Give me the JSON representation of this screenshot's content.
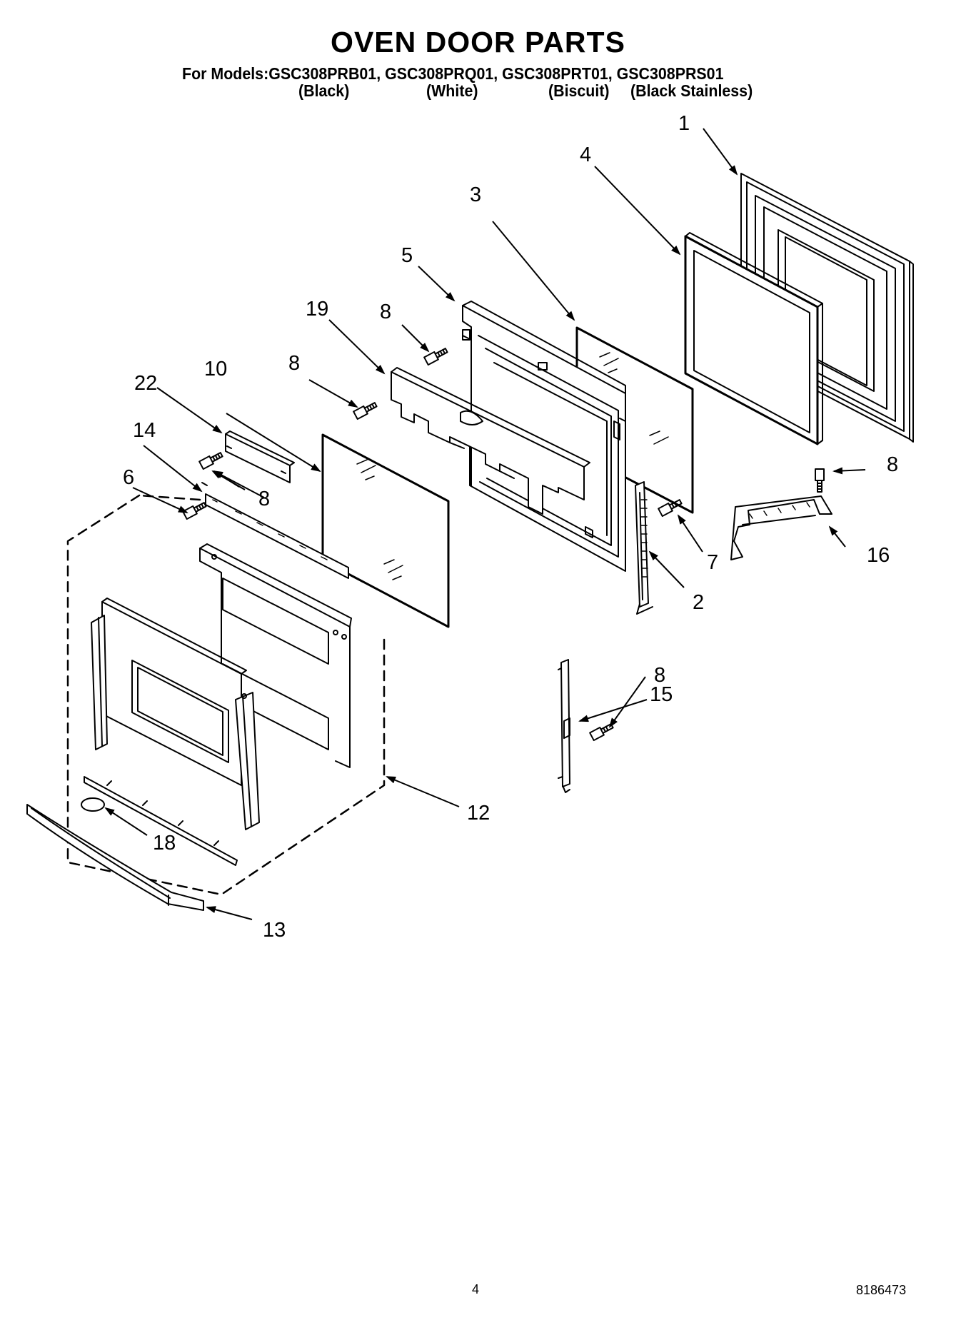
{
  "header": {
    "title": "OVEN DOOR PARTS",
    "models_line": "For Models:GSC308PRB01, GSC308PRQ01, GSC308PRT01, GSC308PRS01",
    "colors": [
      "(Black)",
      "(White)",
      "(Biscuit)",
      "(Black Stainless)"
    ]
  },
  "callouts": {
    "c1": "1",
    "c4": "4",
    "c3": "3",
    "c5": "5",
    "c19": "19",
    "c8a": "8",
    "c8b": "8",
    "c10": "10",
    "c22": "22",
    "c14": "14",
    "c8c": "8",
    "c6": "6",
    "c8d": "8",
    "c16": "16",
    "c7": "7",
    "c2": "2",
    "c8e": "8",
    "c15": "15",
    "c12": "12",
    "c18": "18",
    "c13": "13"
  },
  "footer": {
    "page_number": "4",
    "doc_number": "8186473"
  }
}
